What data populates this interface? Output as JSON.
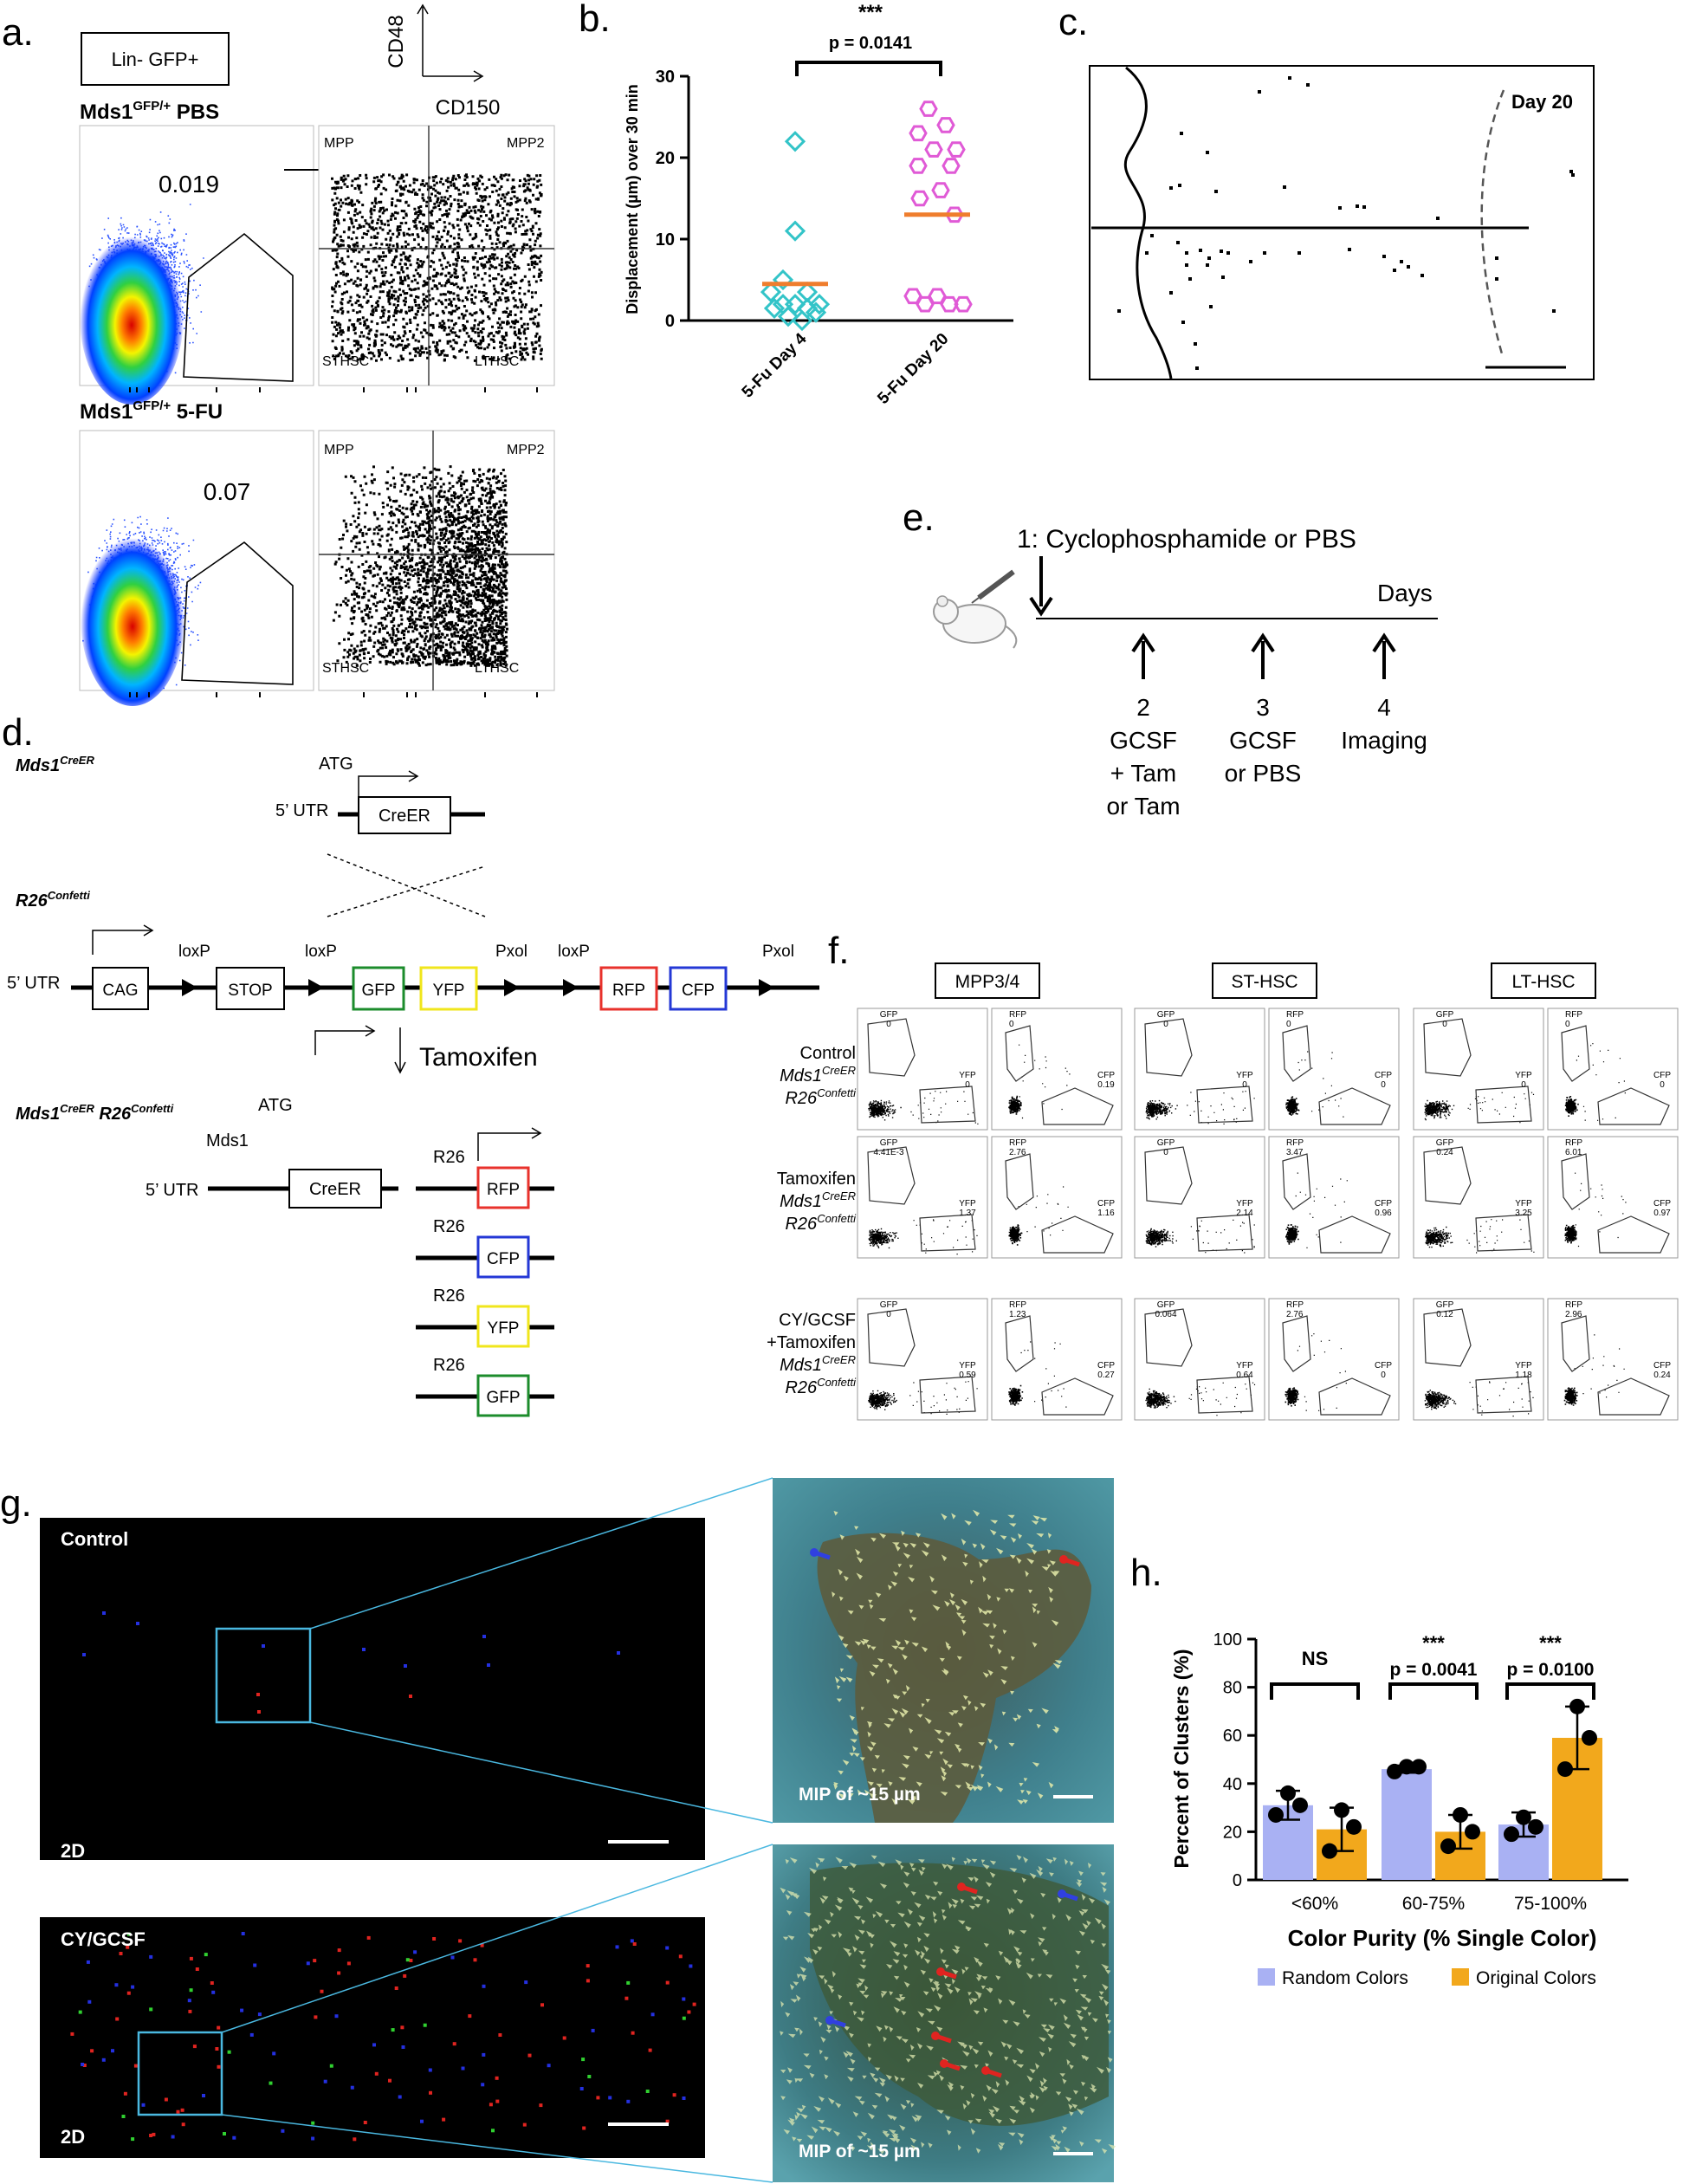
{
  "panel_labels": {
    "a": "a.",
    "b": "b.",
    "c": "c.",
    "d": "d.",
    "e": "e.",
    "f": "f.",
    "g": "g.",
    "h": "h."
  },
  "colors": {
    "teal": "#33c4c8",
    "magenta": "#e05ad6",
    "orange": "#ef7d2d",
    "random_bar": "#a9b1f3",
    "original_bar": "#f2a81c",
    "rfp": "#e8322c",
    "cfp": "#2438d6",
    "yfp": "#f0e61c",
    "gfp": "#1c8c2c",
    "cyan_line": "#4ab8e0"
  },
  "panel_a": {
    "gate_box": "Lin- GFP+",
    "axis_y": "CD48",
    "axis_x": "CD150",
    "row1_title_main": "Mds1",
    "row1_title_sup": "GFP/+",
    "row1_title_tail": " PBS",
    "row1_pct": "0.019",
    "row2_title_main": "Mds1",
    "row2_title_sup": "GFP/+",
    "row2_title_tail": " 5-FU",
    "row2_pct": "0.07",
    "quad_mpp": "MPP",
    "quad_mpp2": "MPP2",
    "quad_sthsc": "STHSC",
    "quad_lthsc": "LTHSC"
  },
  "panel_b": {
    "stars": "***",
    "pvalue": "p = 0.0141",
    "ylabel": "Displacement (µm) over 30 min",
    "y_ticks": [
      "0",
      "10",
      "20",
      "30"
    ]
  },
  "chart_data": {
    "type": "scatter",
    "title": "",
    "xlabel": "",
    "ylabel": "Displacement (µm) over 30 min",
    "ylim": [
      0,
      30
    ],
    "categories": [
      "5-Fu Day 4",
      "5-Fu Day 20"
    ],
    "series": [
      {
        "values": [
          22,
          11,
          5,
          3.5,
          3.5,
          2,
          2,
          2,
          1.5,
          1.5,
          1,
          0.5,
          0
        ],
        "median": 4.5
      },
      {
        "values": [
          26,
          24,
          23,
          21,
          21,
          19,
          19,
          16,
          15,
          13,
          3,
          3,
          2,
          2,
          2
        ],
        "median": 13
      }
    ]
  },
  "panel_c": {
    "label_day20": "Day 20"
  },
  "panel_d": {
    "mds1_creer_main": "Mds1",
    "mds1_creer_sup": "CreER",
    "atg": "ATG",
    "utr5": "5’ UTR",
    "creer": "CreER",
    "r26conf_main": "R26",
    "r26conf_sup": "Confetti",
    "cag": "CAG",
    "loxp": "loxP",
    "stop": "STOP",
    "gfp": "GFP",
    "yfp": "YFP",
    "pxol": "Pxol",
    "rfp": "RFP",
    "cfp": "CFP",
    "tamoxifen": "Tamoxifen",
    "combo_a": "Mds1",
    "combo_a_sup": "CreER",
    "combo_b": " R26",
    "combo_b_sup": "Confetti",
    "mds1": "Mds1",
    "r26": "R26"
  },
  "panel_e": {
    "step1": "1: Cyclophosphamide or PBS",
    "days": "Days",
    "step2": [
      "2",
      "GCSF",
      "+ Tam",
      "or Tam"
    ],
    "step3": [
      "3",
      "GCSF",
      "or PBS"
    ],
    "step4": [
      "4",
      "Imaging"
    ]
  },
  "panel_f": {
    "columns": [
      "MPP3/4",
      "ST-HSC",
      "LT-HSC"
    ],
    "row_labels": [
      [
        "Control",
        "Mds1",
        "CreER",
        "R26",
        "Confetti"
      ],
      [
        "Tamoxifen",
        "Mds1",
        "CreER",
        "R26",
        "Confetti"
      ],
      [
        "CY/GCSF",
        "+Tamoxifen",
        "Mds1",
        "CreER",
        "R26",
        "Confetti"
      ]
    ],
    "rows": [
      [
        {
          "gfp": "0",
          "yfp": "0",
          "rfp": "0",
          "cfp": "0.19"
        },
        {
          "gfp": "0",
          "yfp": "0",
          "rfp": "0",
          "cfp": "0"
        },
        {
          "gfp": "0",
          "yfp": "0",
          "rfp": "0",
          "cfp": "0"
        }
      ],
      [
        {
          "gfp": "4.41E-3",
          "yfp": "1.37",
          "rfp": "2.76",
          "cfp": "1.16"
        },
        {
          "gfp": "0",
          "yfp": "2.14",
          "rfp": "3.47",
          "cfp": "0.96"
        },
        {
          "gfp": "0.24",
          "yfp": "3.25",
          "rfp": "6.01",
          "cfp": "0.97"
        }
      ],
      [
        {
          "gfp": "0",
          "yfp": "0.59",
          "rfp": "1.23",
          "cfp": "0.27"
        },
        {
          "gfp": "0.064",
          "yfp": "0.64",
          "rfp": "2.76",
          "cfp": "0"
        },
        {
          "gfp": "0.12",
          "yfp": "1.18",
          "rfp": "2.96",
          "cfp": "0.24"
        }
      ]
    ],
    "gate_names": {
      "gfp": "GFP",
      "yfp": "YFP",
      "rfp": "RFP",
      "cfp": "CFP"
    }
  },
  "panel_g": {
    "control": "Control",
    "cygcsf": "CY/GCSF",
    "twod": "2D",
    "mip": "MIP of ~15 µm"
  },
  "panel_h": {
    "ylabel": "Percent of Clusters (%)",
    "xlabel": "Color Purity (% Single Color)",
    "y_ticks": [
      "0",
      "20",
      "40",
      "60",
      "80",
      "100"
    ],
    "categories": [
      "<60%",
      "60-75%",
      "75-100%"
    ],
    "sig": [
      "NS",
      "***",
      "***"
    ],
    "pvals": [
      "",
      "p = 0.0041",
      "p = 0.0100"
    ],
    "legend": [
      "Random Colors",
      "Original Colors"
    ],
    "random": [
      31,
      46,
      23
    ],
    "original": [
      21,
      20,
      59
    ],
    "random_err": [
      6,
      1.5,
      5
    ],
    "original_err": [
      9,
      7,
      13
    ],
    "random_pts": [
      [
        27,
        31,
        36
      ],
      [
        45,
        47,
        47
      ],
      [
        19,
        22,
        26
      ]
    ],
    "original_pts": [
      [
        12,
        22,
        29
      ],
      [
        14,
        20,
        27
      ],
      [
        46,
        59,
        72
      ]
    ]
  }
}
